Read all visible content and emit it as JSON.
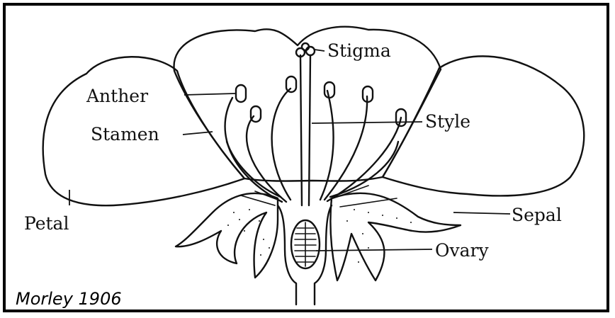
{
  "labels": {
    "stigma": "Stigma",
    "anther": "Anther",
    "stamen": "Stamen",
    "style": "Style",
    "petal": "Petal",
    "sepal": "Sepal",
    "ovary": "Ovary"
  },
  "credit": "Morley 1906",
  "colors": {
    "ink": "#111111",
    "frame": "#000000",
    "background": "#ffffff"
  }
}
